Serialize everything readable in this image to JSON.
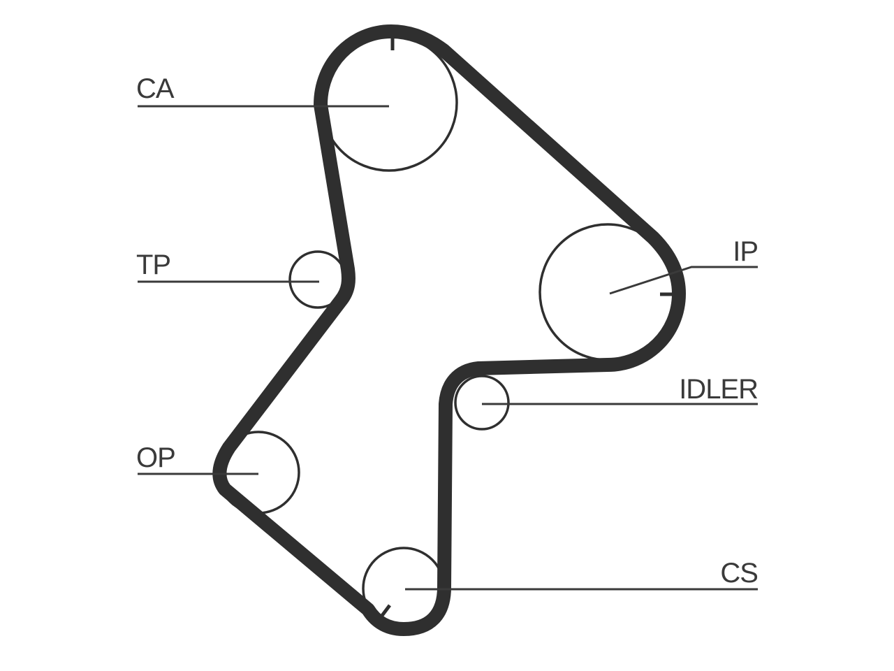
{
  "diagram": {
    "labels": {
      "ca": "CA",
      "tp": "TP",
      "op": "OP",
      "ip": "IP",
      "idler": "IDLER",
      "cs": "CS"
    },
    "colors": {
      "line": "#2f2f2f",
      "background": "#ffffff"
    }
  }
}
